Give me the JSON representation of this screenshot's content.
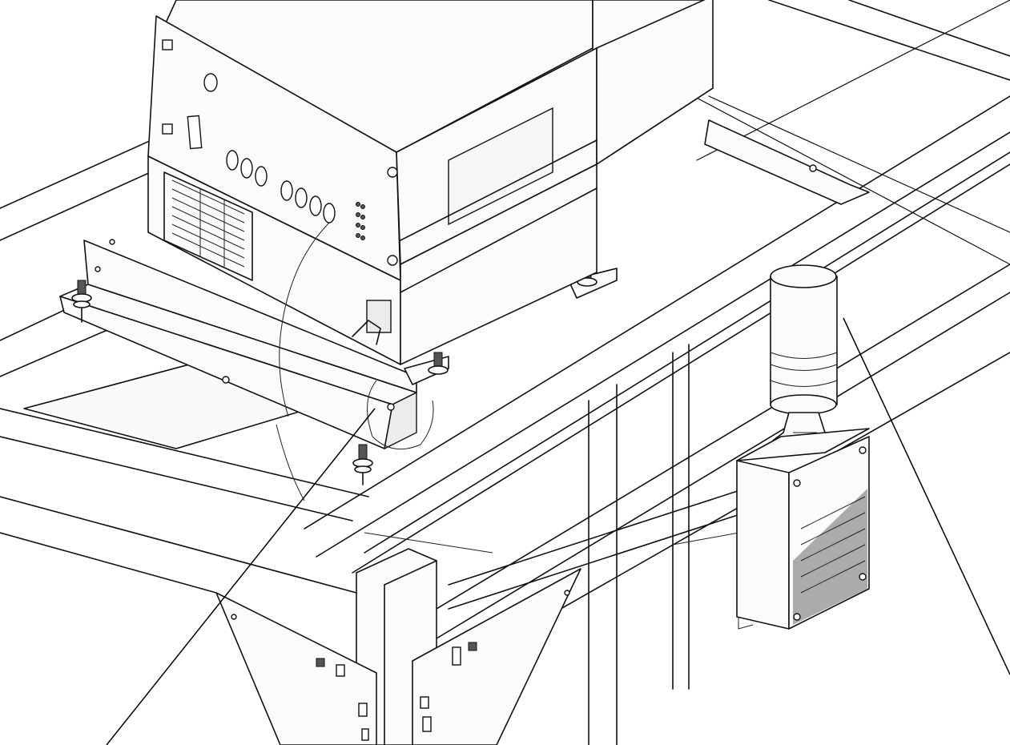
{
  "figure": {
    "components": [
      {
        "name": "controller-cabinet"
      },
      {
        "name": "mounting-bracket"
      },
      {
        "name": "signal-tower-light"
      },
      {
        "name": "light-mounting-box"
      },
      {
        "name": "support-frame"
      },
      {
        "name": "gusset-plate-left"
      },
      {
        "name": "gusset-plate-right"
      },
      {
        "name": "frame-post"
      }
    ],
    "callouts": [
      {
        "target": "mounting-bracket",
        "label": ""
      },
      {
        "target": "signal-tower-light",
        "label": ""
      }
    ],
    "colors": {
      "line": "#111111",
      "background": "#ffffff",
      "panel": "#fbfbfb"
    }
  }
}
